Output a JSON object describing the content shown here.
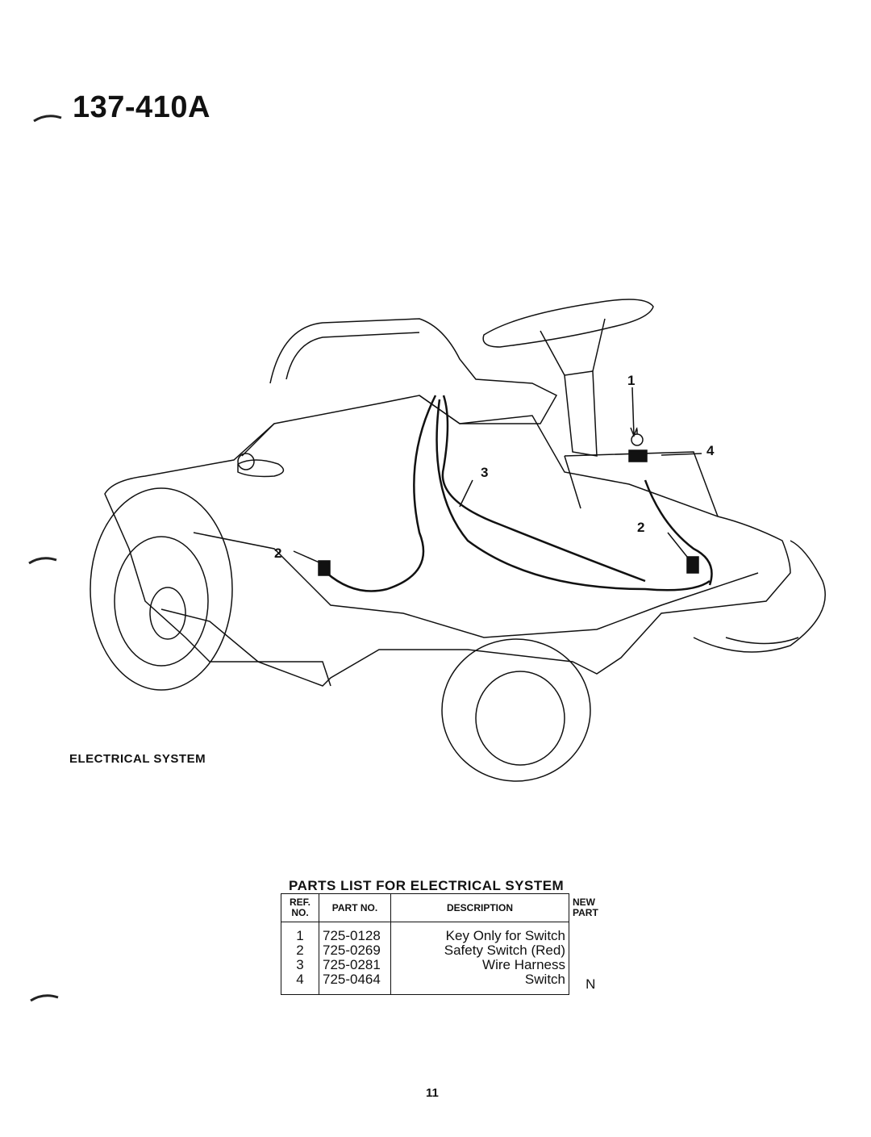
{
  "header": {
    "model_number": "137-410A"
  },
  "figure": {
    "caption": "ELECTRICAL SYSTEM",
    "callouts": [
      "1",
      "2",
      "2",
      "3",
      "4"
    ]
  },
  "parts_list": {
    "title": "PARTS LIST FOR ELECTRICAL SYSTEM",
    "columns": {
      "ref_no": "REF. NO.",
      "part_no": "PART NO.",
      "description": "DESCRIPTION",
      "new_part": "NEW PART"
    },
    "rows": [
      {
        "ref": "1",
        "part": "725-0128",
        "description": "Key Only for Switch",
        "new": ""
      },
      {
        "ref": "2",
        "part": "725-0269",
        "description": "Safety Switch (Red)",
        "new": ""
      },
      {
        "ref": "3",
        "part": "725-0281",
        "description": "Wire Harness",
        "new": ""
      },
      {
        "ref": "4",
        "part": "725-0464",
        "description": "Switch",
        "new": "N"
      }
    ]
  },
  "footer": {
    "page_number": "11"
  }
}
